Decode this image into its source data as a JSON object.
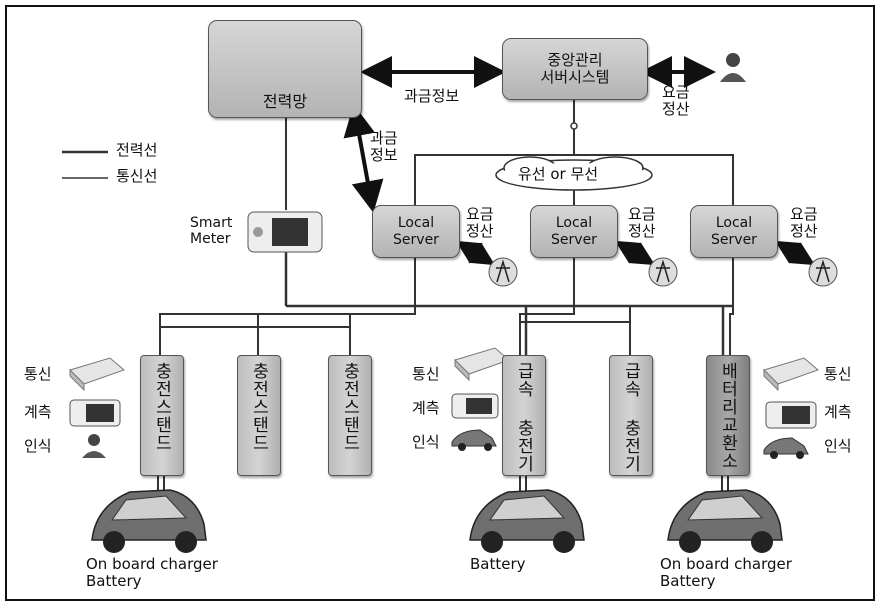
{
  "nodes": {
    "grid": "전력망",
    "central": "중앙관리\n서버시스템",
    "local_server": "Local\nServer"
  },
  "labels": {
    "billing_info_h": "과금정보",
    "billing_info_v": "과금\n정보",
    "fee_settlement": "요금\n정산",
    "power_line": "전력선",
    "comm_line": "통신선",
    "wired_wireless": "유선 or 무선",
    "smart_meter": "Smart\nMeter",
    "comm": "통신",
    "meter": "계측",
    "recog": "인식",
    "onboard": "On board charger\nBattery",
    "battery": "Battery"
  },
  "stations": {
    "charge_stand": "충전스탠드",
    "fast_charger": "급속 충전기",
    "battery_swap": "배터리교환소"
  },
  "colors": {
    "line": "#333333",
    "box_fill": "#c4c4c4",
    "dark_box_fill": "#969696"
  }
}
